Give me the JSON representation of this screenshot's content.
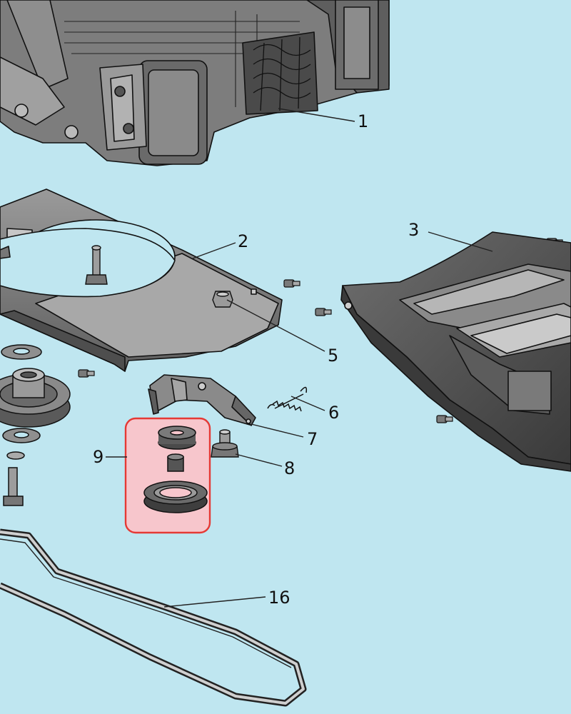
{
  "diagram": {
    "background_color": "#bfe6f0",
    "highlight_color": "#e53935",
    "highlight_fill": "#f7c6cc",
    "callouts": [
      {
        "id": "c1",
        "label": "1"
      },
      {
        "id": "c2",
        "label": "2"
      },
      {
        "id": "c3",
        "label": "3"
      },
      {
        "id": "c5",
        "label": "5"
      },
      {
        "id": "c6",
        "label": "6"
      },
      {
        "id": "c7",
        "label": "7"
      },
      {
        "id": "c8",
        "label": "8"
      },
      {
        "id": "c9",
        "label": "9"
      },
      {
        "id": "c16",
        "label": "16"
      }
    ],
    "highlighted_callout": "9"
  }
}
